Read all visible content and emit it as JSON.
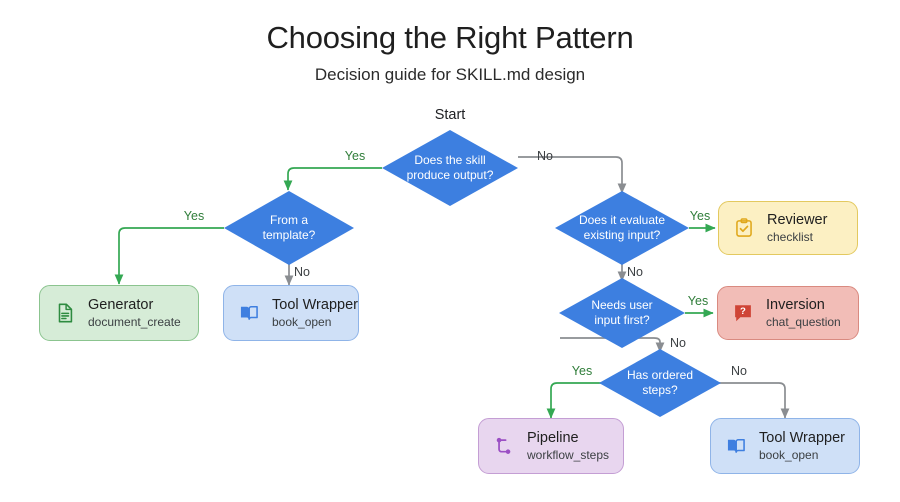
{
  "header": {
    "title": "Choosing the Right Pattern",
    "subtitle": "Decision guide for SKILL.md design"
  },
  "start_label": "Start",
  "chart_data": {
    "type": "diagram",
    "diagram_type": "flowchart",
    "title": "Choosing the Right Pattern",
    "subtitle": "Decision guide for SKILL.md design",
    "orientation": "top-down",
    "decisions": [
      {
        "id": "d1",
        "text": "Does the skill\nproduce output?",
        "yes": "d2",
        "no": "d3"
      },
      {
        "id": "d2",
        "text": "From a\ntemplate?",
        "yes": "n_generator",
        "no": "n_toolwrapper_left"
      },
      {
        "id": "d3",
        "text": "Does it evaluate\nexisting input?",
        "yes": "n_reviewer",
        "no": "d4"
      },
      {
        "id": "d4",
        "text": "Needs user\ninput first?",
        "yes": "n_inversion",
        "no": "d5"
      },
      {
        "id": "d5",
        "text": "Has ordered\nsteps?",
        "yes": "n_pipeline",
        "no": "n_toolwrapper_right"
      }
    ],
    "outcomes": [
      {
        "id": "n_generator",
        "title": "Generator",
        "subtitle": "document_create",
        "color": "green",
        "icon": "document-icon"
      },
      {
        "id": "n_toolwrapper_left",
        "title": "Tool Wrapper",
        "subtitle": "book_open",
        "color": "blue",
        "icon": "book-open-icon"
      },
      {
        "id": "n_reviewer",
        "title": "Reviewer",
        "subtitle": "checklist",
        "color": "yellow",
        "icon": "clipboard-check-icon"
      },
      {
        "id": "n_inversion",
        "title": "Inversion",
        "subtitle": "chat_question",
        "color": "red",
        "icon": "chat-question-icon"
      },
      {
        "id": "n_pipeline",
        "title": "Pipeline",
        "subtitle": "workflow_steps",
        "color": "purple",
        "icon": "workflow-icon"
      },
      {
        "id": "n_toolwrapper_right",
        "title": "Tool Wrapper",
        "subtitle": "book_open",
        "color": "blue",
        "icon": "book-open-icon"
      }
    ],
    "edge_labels": [
      "Yes",
      "No"
    ],
    "colors": {
      "decision_fill": "#3d7fe0",
      "decision_text": "#ffffff",
      "yes_edge": "#34a853",
      "no_edge": "#8a8d91",
      "generator_fill": "#d6ecd7",
      "toolwrapper_fill": "#cfe0f7",
      "reviewer_fill": "#fcf0c3",
      "inversion_fill": "#f2bdb7",
      "pipeline_fill": "#e8d6ef"
    }
  },
  "decisions": {
    "d1": {
      "text": "Does the skill\nproduce output?"
    },
    "d2": {
      "text": "From a\ntemplate?"
    },
    "d3": {
      "text": "Does it evaluate\nexisting input?"
    },
    "d4": {
      "text": "Needs user\ninput first?"
    },
    "d5": {
      "text": "Has ordered\nsteps?"
    }
  },
  "nodes": {
    "generator": {
      "title": "Generator",
      "subtitle": "document_create"
    },
    "toolwrapper_left": {
      "title": "Tool Wrapper",
      "subtitle": "book_open"
    },
    "reviewer": {
      "title": "Reviewer",
      "subtitle": "checklist"
    },
    "inversion": {
      "title": "Inversion",
      "subtitle": "chat_question"
    },
    "pipeline": {
      "title": "Pipeline",
      "subtitle": "workflow_steps"
    },
    "toolwrapper_right": {
      "title": "Tool Wrapper",
      "subtitle": "book_open"
    }
  },
  "labels": {
    "yes": "Yes",
    "no": "No",
    "e1_yes": "Yes",
    "e1_no": "No",
    "e2_yes": "Yes",
    "e2_no": "No",
    "e3_yes": "Yes",
    "e3_no": "No",
    "e4_yes": "Yes",
    "e4_no": "No",
    "e5_yes": "Yes",
    "e5_no": "No"
  }
}
